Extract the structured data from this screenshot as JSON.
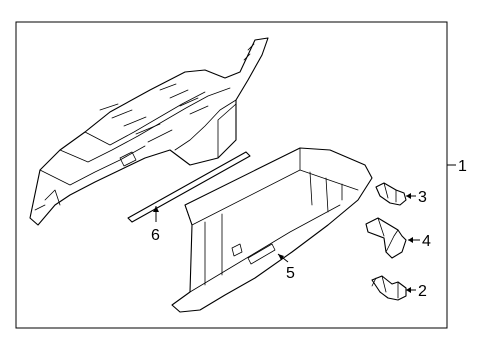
{
  "diagram": {
    "group_bracket_label": "1",
    "callouts": [
      {
        "id": "dash-panel-label",
        "text": "1"
      },
      {
        "id": "clip-label",
        "text": "2"
      },
      {
        "id": "bumper-label",
        "text": "3"
      },
      {
        "id": "latch-label",
        "text": "4"
      },
      {
        "id": "glove-box-label",
        "text": "5"
      },
      {
        "id": "rod-label",
        "text": "6"
      }
    ]
  },
  "colors": {
    "line": "#000000",
    "background": "#ffffff"
  }
}
